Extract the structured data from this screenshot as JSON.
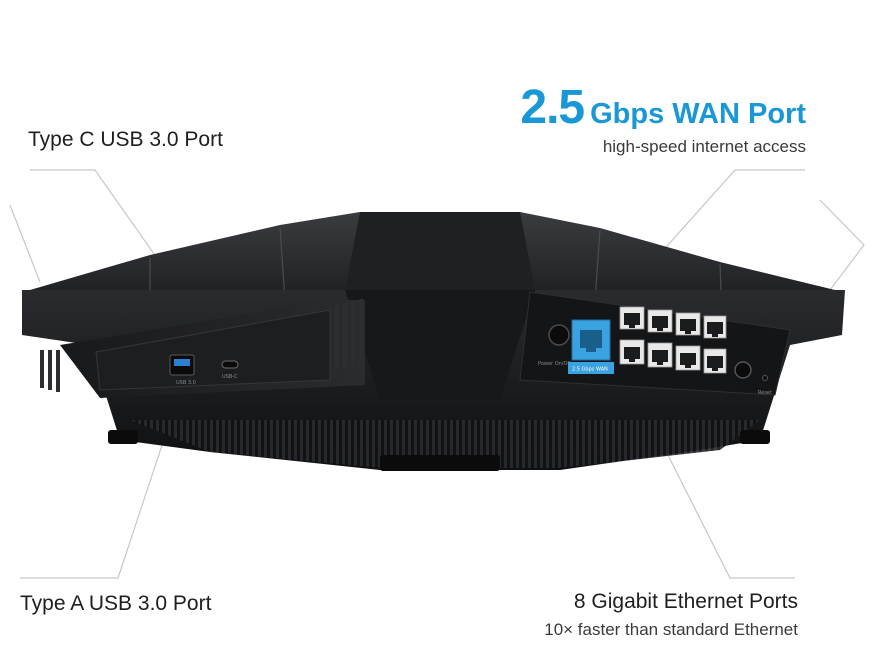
{
  "callouts": {
    "type_c": {
      "label": "Type C USB 3.0 Port"
    },
    "type_a": {
      "label": "Type A USB 3.0 Port"
    },
    "wan": {
      "speed": "2.5",
      "label": "Gbps WAN Port",
      "subtitle": "high-speed internet access"
    },
    "ethernet": {
      "label": "8 Gigabit Ethernet Ports",
      "subtitle": "10× faster than standard Ethernet"
    }
  },
  "device_labels": {
    "usb": "USB 3.0",
    "usb_c": "USB-C",
    "wan_port": "2.5 Gbps WAN",
    "power": "Power On/Off",
    "reset": "Reset"
  },
  "colors": {
    "accent": "#1a97d6",
    "router_body": "#1c1d1f",
    "wan_port": "#3aa2e0",
    "leader_line": "#c7c7c7"
  }
}
